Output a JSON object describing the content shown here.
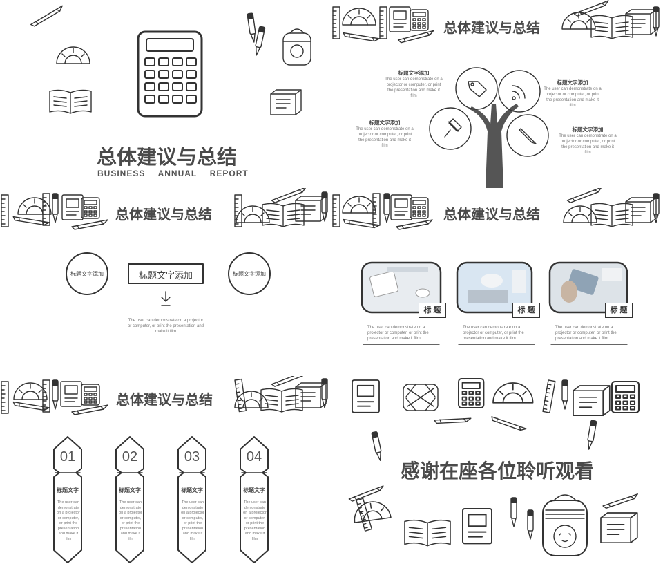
{
  "s1": {
    "title": "总体建议与总结",
    "sub1": "BUSINESS",
    "sub2": "ANNUAL",
    "sub3": "REPORT"
  },
  "s2": {
    "title": "总体建议与总结",
    "items": [
      {
        "label": "标题文字添加",
        "desc": "The user can demonstrate on a projector or computer, or print the presentation and make it film"
      },
      {
        "label": "标题文字添加",
        "desc": "The user can demonstrate on a projector or computer, or print the presentation and make it film"
      },
      {
        "label": "标题文字添加",
        "desc": "The user can demonstrate on a projector or computer, or print the presentation and make it film"
      },
      {
        "label": "标题文字添加",
        "desc": "The user can demonstrate on a projector or computer, or print the presentation and make it film"
      }
    ]
  },
  "s3": {
    "title": "总体建议与总结",
    "left": "标题文字添加",
    "center": "标题文字添加",
    "right": "标题文字添加",
    "desc": "The user can demonstrate on a projector or computer, or print the presentation and make it film"
  },
  "s4": {
    "title": "总体建议与总结",
    "cards": [
      {
        "tag": "标 题",
        "desc": "The user can demonstrate on a projector or computer, or print the presentation and make it film"
      },
      {
        "tag": "标 题",
        "desc": "The user can demonstrate on a projector or computer, or print the presentation and make it film"
      },
      {
        "tag": "标 题",
        "desc": "The user can demonstrate on a projector or computer, or print the presentation and make it film"
      }
    ]
  },
  "s5": {
    "title": "总体建议与总结",
    "cols": [
      {
        "num": "01",
        "label": "标题文字",
        "desc": "The user can demonstrate on a projector or computer, or print the presentation and make it film"
      },
      {
        "num": "02",
        "label": "标题文字",
        "desc": "The user can demonstrate on a projector or computer, or print the presentation and make it film"
      },
      {
        "num": "03",
        "label": "标题文字",
        "desc": "The user can demonstrate on a projector or computer, or print the presentation and make it film"
      },
      {
        "num": "04",
        "label": "标题文字",
        "desc": "The user can demonstrate on a projector or computer, or print the presentation and make it film"
      }
    ]
  },
  "s6": {
    "title": "感谢在座各位聆听观看"
  }
}
